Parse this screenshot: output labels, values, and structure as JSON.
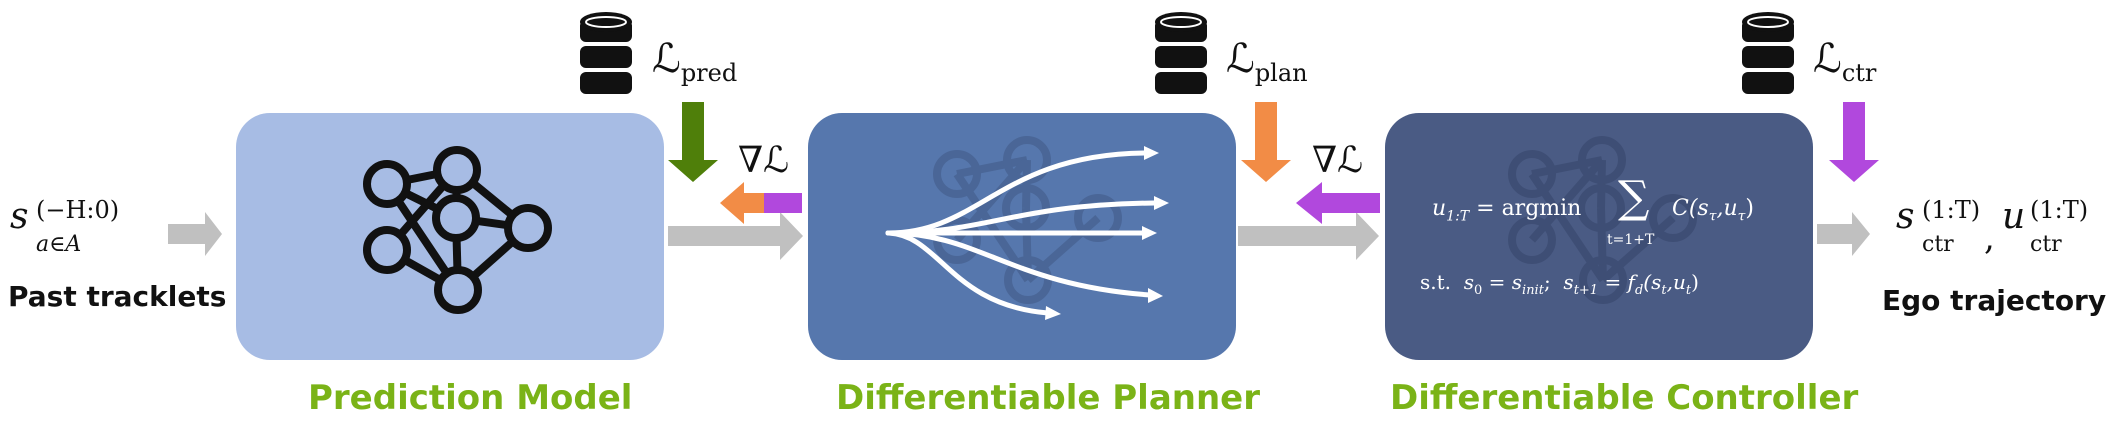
{
  "input": {
    "symbol": "s",
    "superscript": "(−H:0)",
    "subscript": "a∈A",
    "label": "Past tracklets"
  },
  "output": {
    "s_symbol": "s",
    "s_superscript": "(1:T)",
    "s_subscript": "ctr",
    "separator": ",",
    "u_symbol": "u",
    "u_superscript": "(1:T)",
    "u_subscript": "ctr",
    "label": "Ego trajectory"
  },
  "modules": [
    {
      "caption": "Prediction Model",
      "color": "#a7bce4"
    },
    {
      "caption": "Differentiable Planner",
      "color": "#5677ad"
    },
    {
      "caption": "Differentiable Controller",
      "color": "#4a5b84"
    }
  ],
  "losses": [
    {
      "symbol": "ℒ",
      "subscript": "pred",
      "arrow_color": "#4f7f0a",
      "icon": "database-icon"
    },
    {
      "symbol": "ℒ",
      "subscript": "plan",
      "arrow_color": "#f28c46",
      "icon": "database-icon"
    },
    {
      "symbol": "ℒ",
      "subscript": "ctr",
      "arrow_color": "#b148dd",
      "icon": "database-icon"
    }
  ],
  "gradients": [
    {
      "text": "∇ℒ"
    },
    {
      "text": "∇ℒ"
    }
  ],
  "controller_formula": {
    "line1_lhs": "u",
    "line1_lhs_sub": "1:T",
    "line1_eq": "= argmin",
    "sum_symbol": "∑",
    "sum_lower": "t=1+T",
    "line1_rhs": "C(s",
    "line1_rhs_sub1": "τ",
    "line1_rhs_mid": ",u",
    "line1_rhs_sub2": "τ",
    "line1_rhs_end": ")",
    "line2_st": "s.t.",
    "line2_a": "s",
    "line2_a_sub": "0",
    "line2_a_eq": "= s",
    "line2_a_rhs_sub": "init",
    "line2_sep": ";",
    "line2_b": "s",
    "line2_b_sub": "t+1",
    "line2_b_eq": "= f",
    "line2_b_f_sub": "d",
    "line2_b_args": "(s",
    "line2_b_args_sub1": "t",
    "line2_b_args_mid": ",u",
    "line2_b_args_sub2": "t",
    "line2_b_args_end": ")"
  },
  "colors": {
    "flow_arrow": "#c0c0c0",
    "caption": "#7ab317"
  }
}
